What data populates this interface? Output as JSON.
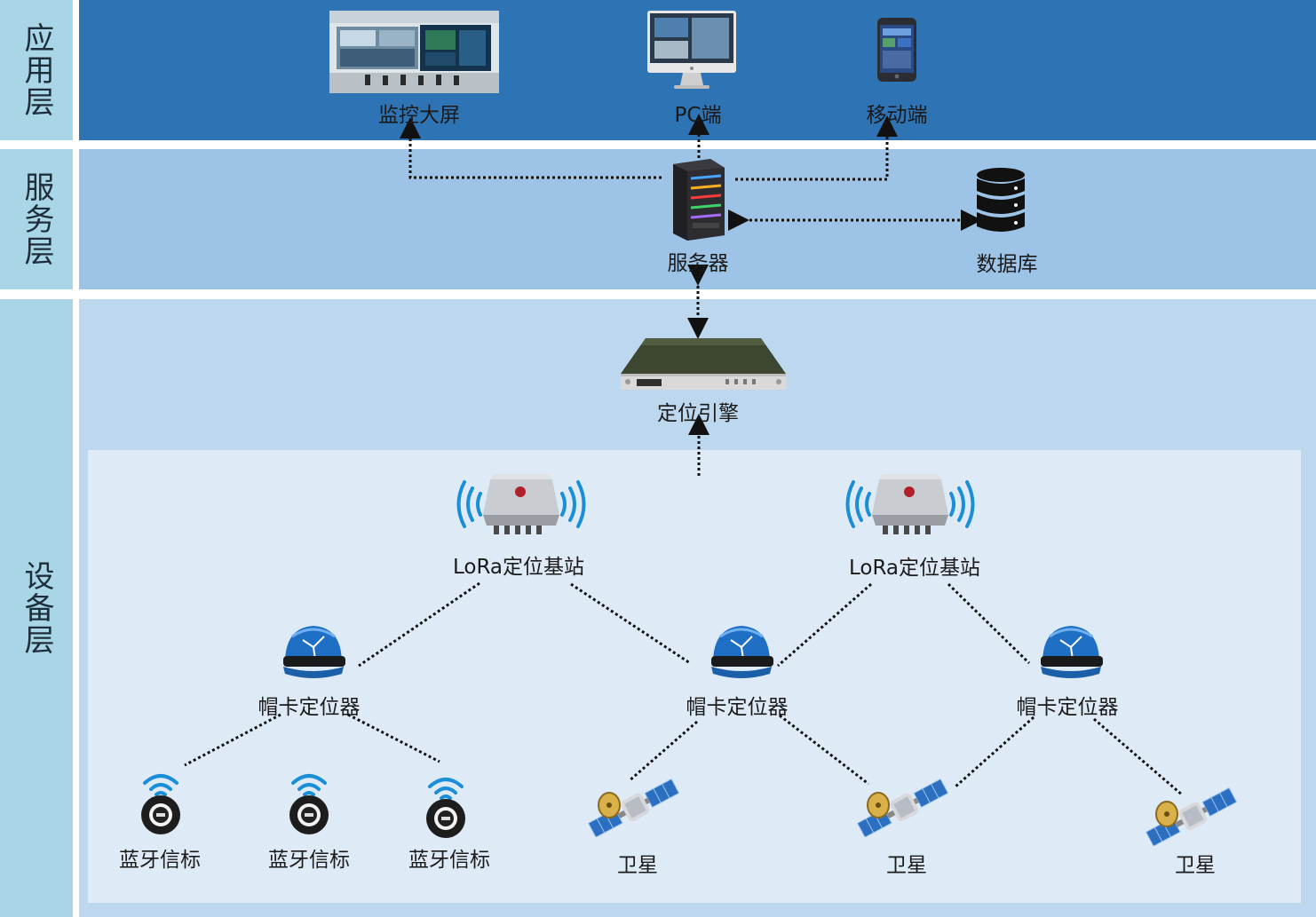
{
  "layers": {
    "app": "应用层",
    "service": "服务层",
    "device": "设备层"
  },
  "nodes": {
    "monitor_screen": "监控大屏",
    "pc": "PC端",
    "mobile": "移动端",
    "server": "服务器",
    "database": "数据库",
    "engine": "定位引擎",
    "lora_1": "LoRa定位基站",
    "lora_2": "LoRa定位基站",
    "helmet_1": "帽卡定位器",
    "helmet_2": "帽卡定位器",
    "helmet_3": "帽卡定位器",
    "beacon_1": "蓝牙信标",
    "beacon_2": "蓝牙信标",
    "beacon_3": "蓝牙信标",
    "sat_1": "卫星",
    "sat_2": "卫星",
    "sat_3": "卫星"
  },
  "colors": {
    "app_band": "#2e74b5",
    "service_band": "#9dc3e6",
    "device_band": "#bdd7ee",
    "device_inner": "#deebf7",
    "layer_label": "#a9d6e6",
    "helmet": "#1f6fc5",
    "signal": "#1a8fd8"
  }
}
